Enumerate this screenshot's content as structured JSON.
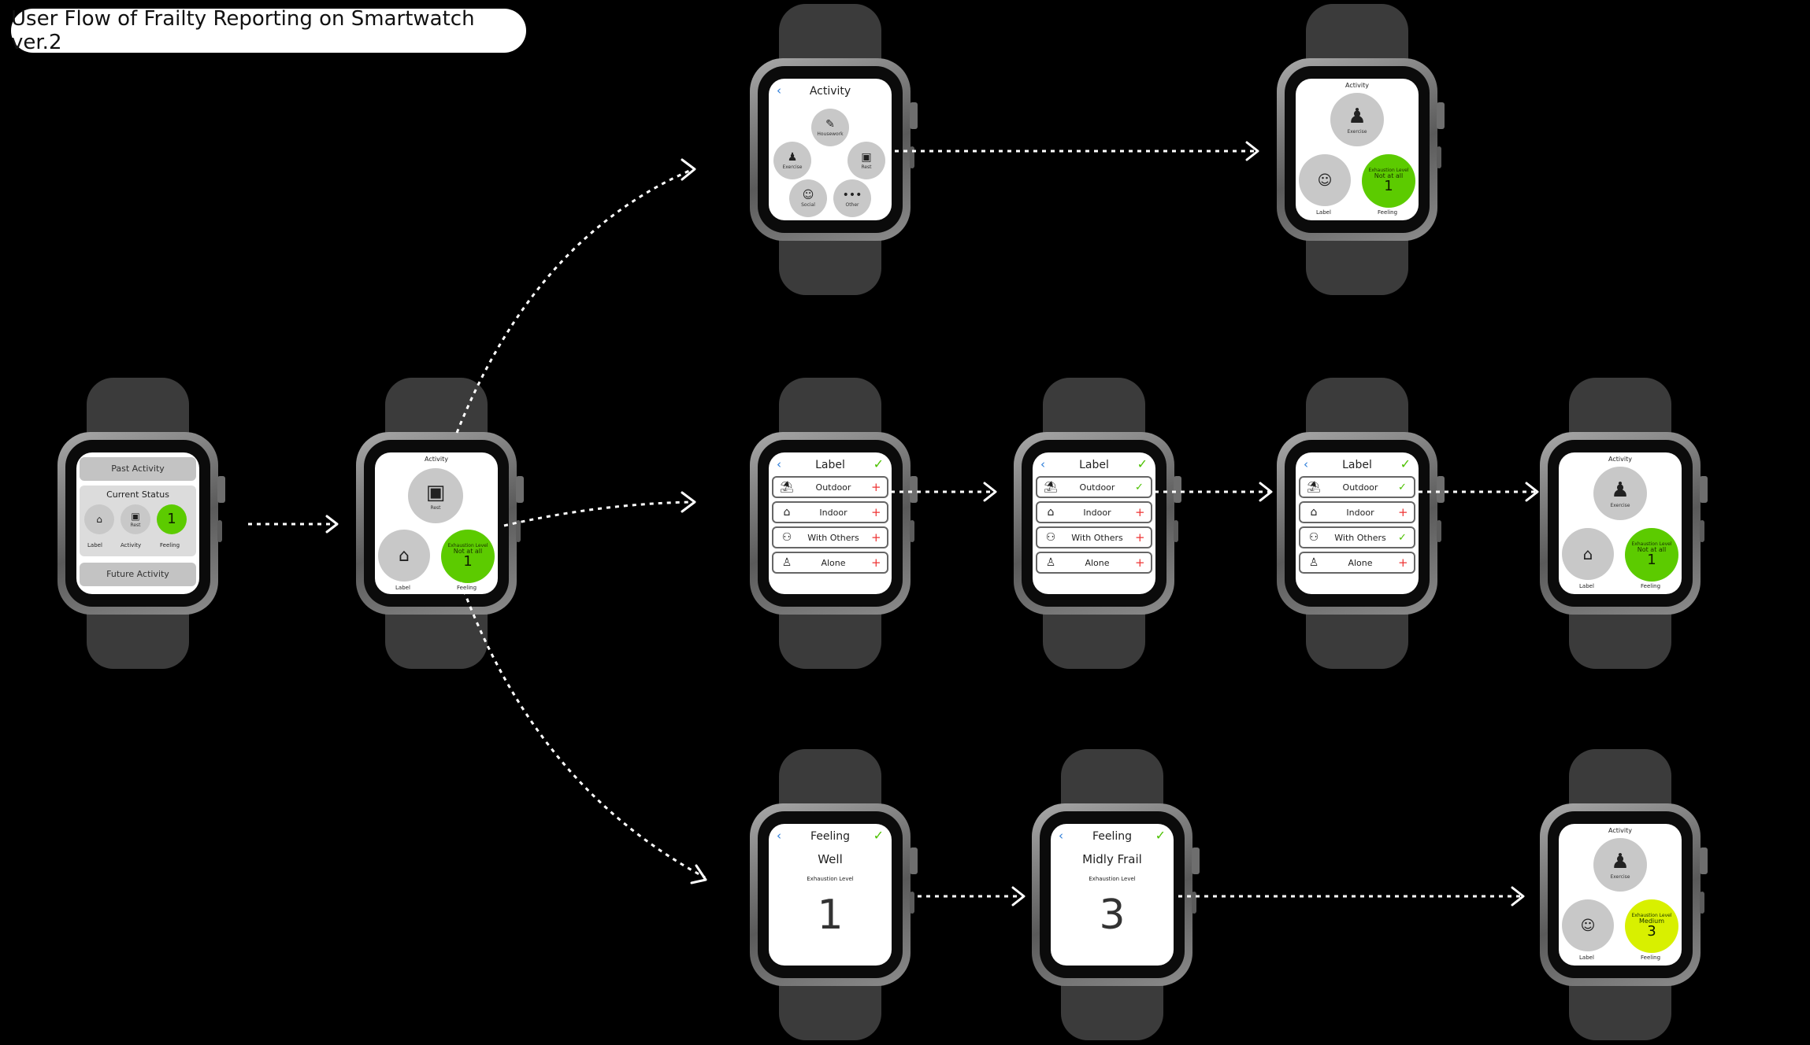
{
  "title": "User Flow of Frailty Reporting on Smartwatch ver.2",
  "colors": {
    "green": "#5ccb00",
    "yellow": "#d8f000",
    "back": "#2a7bd8",
    "plus": "#e33333"
  },
  "home": {
    "past": "Past Activity",
    "current": "Current Status",
    "future": "Future Activity",
    "label": "Label",
    "activity": "Activity",
    "feeling": "Feeling",
    "level": "1",
    "rest": "Rest"
  },
  "status": {
    "activity_title": "Activity",
    "rest": "Rest",
    "exercise": "Exercise",
    "label": "Label",
    "feeling": "Feeling",
    "exhaustion": "Exhaustion Level",
    "not_at_all": "Not at all",
    "medium": "Medium",
    "one": "1",
    "three": "3"
  },
  "activity_picker": {
    "title": "Activity",
    "housework": "Housework",
    "exercise": "Exercise",
    "rest": "Rest",
    "social": "Social",
    "other": "Other"
  },
  "label_screen": {
    "title": "Label",
    "outdoor": "Outdoor",
    "indoor": "Indoor",
    "with_others": "With Others",
    "alone": "Alone"
  },
  "feeling_screen": {
    "title": "Feeling",
    "well": "Well",
    "midly_frail": "Midly Frail",
    "exhaustion": "Exhaustion Level",
    "one": "1",
    "three": "3"
  }
}
